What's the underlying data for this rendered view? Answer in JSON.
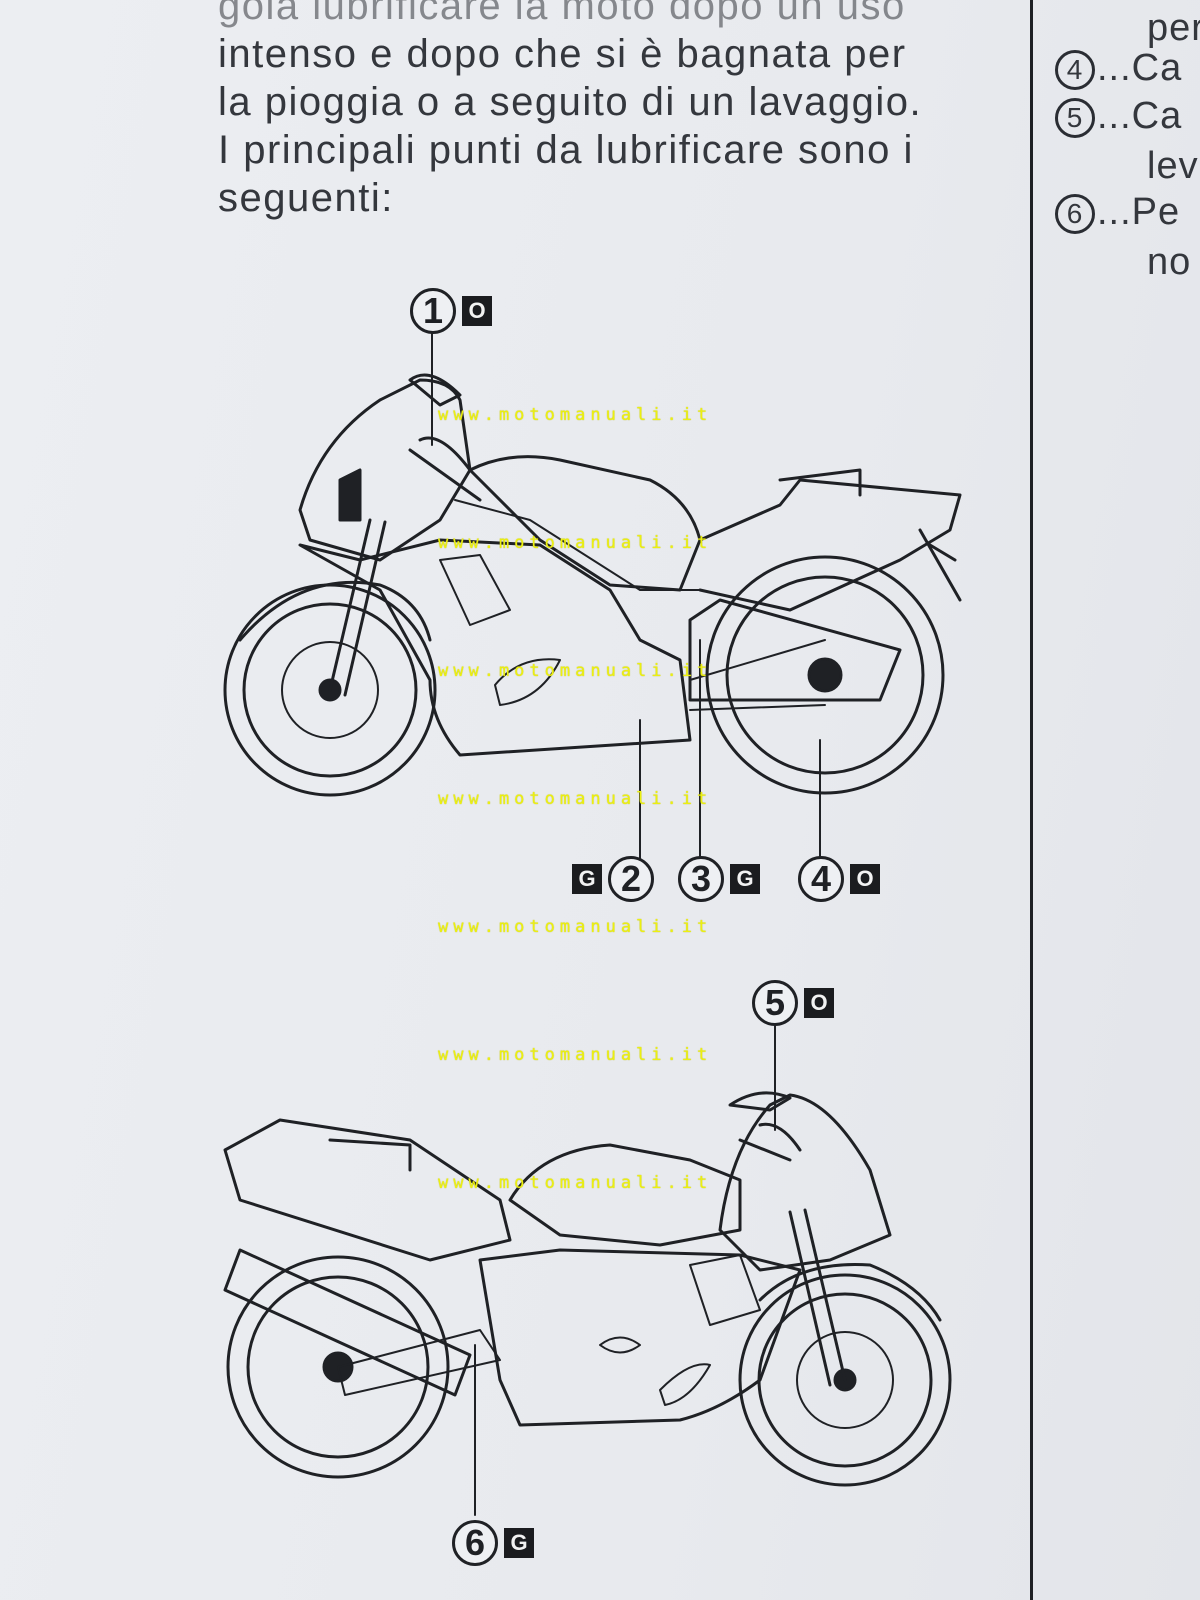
{
  "body_text": {
    "line0": "gola lubrificare la moto dopo un uso",
    "line1": "intenso e dopo che si è bagnata per",
    "line2": "la pioggia o a seguito di un lavaggio.",
    "line3": "I principali punti da lubrificare sono i",
    "line4": "seguenti:"
  },
  "right_column": {
    "r0": "per",
    "r1_num": "4",
    "r1_text": "...Ca",
    "r2_num": "5",
    "r2_text": "...Ca",
    "r3": "lev",
    "r4_num": "6",
    "r4_text": "...Pe",
    "r5": "no"
  },
  "callouts": [
    {
      "number": "1",
      "badge": "O"
    },
    {
      "number": "2",
      "badge": "G"
    },
    {
      "number": "3",
      "badge": "G"
    },
    {
      "number": "4",
      "badge": "O"
    },
    {
      "number": "5",
      "badge": "O"
    },
    {
      "number": "6",
      "badge": "G"
    }
  ],
  "watermark": "www.motomanuali.it",
  "colors": {
    "watermark": "#ecf010",
    "badge_bg": "#1b1c1f",
    "line": "#1f2125"
  }
}
